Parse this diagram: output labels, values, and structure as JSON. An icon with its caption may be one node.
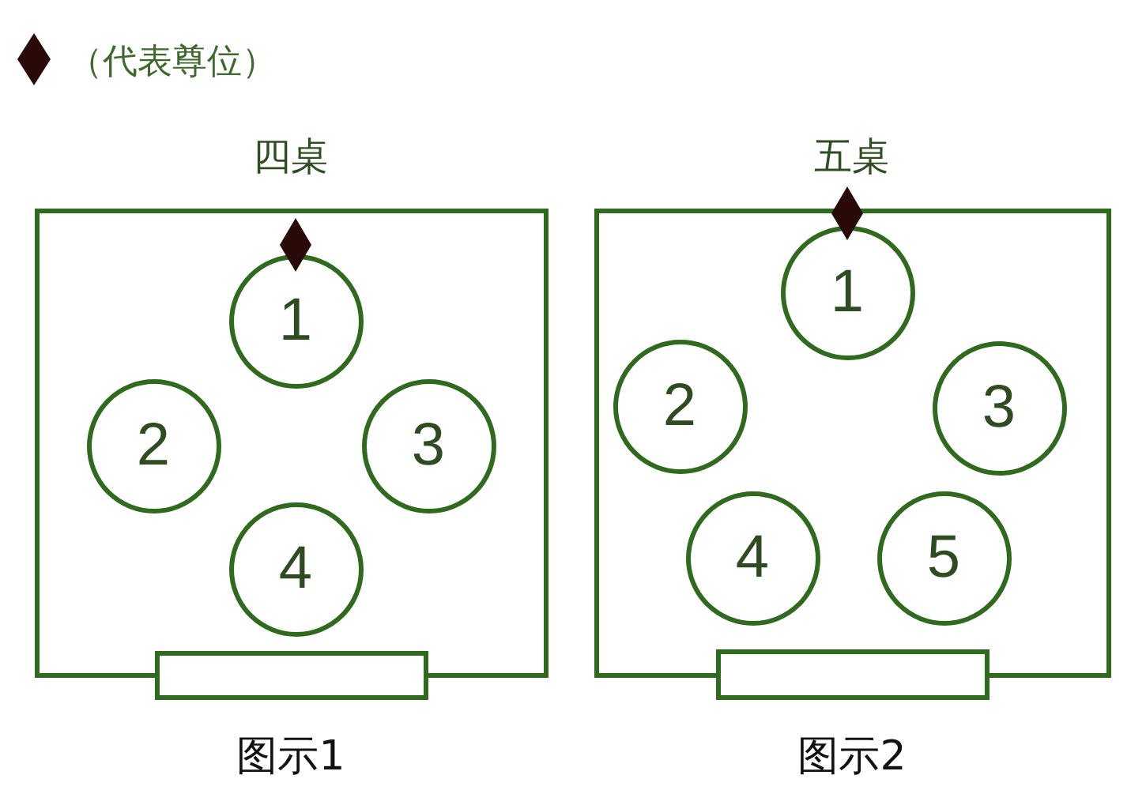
{
  "diagram": {
    "nodes": [
      {
        "text": [
          "四桌"
        ],
        "beside": [
          "图示1"
        ]
      },
      {
        "text": [
          "1"
        ],
        "in": 0
      },
      {
        "text": [
          "2"
        ],
        "in": 0
      },
      {
        "text": [
          "3"
        ],
        "in": 0
      },
      {
        "text": [
          "4"
        ],
        "in": 0
      },
      {
        "text": [],
        "shape": "box"
      },
      {
        "text": [
          "五桌"
        ],
        "beside": [
          "图示2"
        ]
      },
      {
        "text": [
          "1"
        ],
        "in": 6
      },
      {
        "text": [
          "2"
        ],
        "in": 6
      },
      {
        "text": [
          "3"
        ],
        "in": 6
      },
      {
        "text": [
          "4"
        ],
        "in": 6
      },
      {
        "text": [
          "5"
        ],
        "in": 6
      },
      {
        "text": [],
        "shape": "box"
      }
    ],
    "legend": [
      {
        "text": "（代表尊位）"
      }
    ]
  }
}
